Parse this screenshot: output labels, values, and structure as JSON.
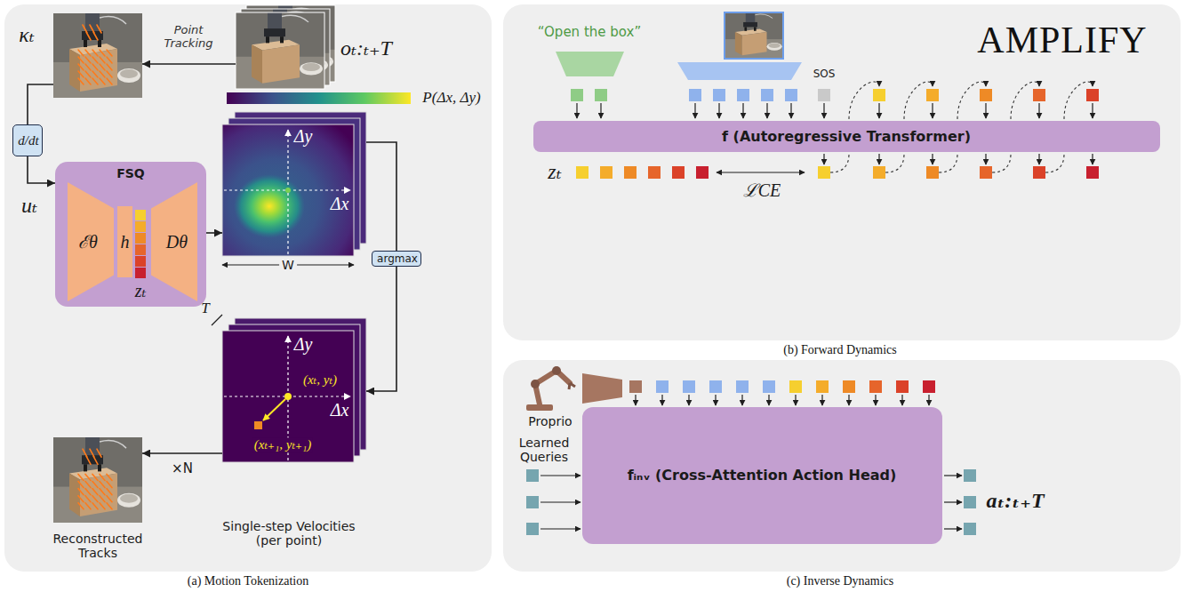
{
  "diagram": {
    "nodes": [
      {
        "text": [
          "(a) Motion Tokenization"
        ]
      },
      {
        "text": [
          "κₜ"
        ],
        "in": 0
      },
      {
        "text": [
          "oₜ:ₜ₊T"
        ],
        "in": 0
      },
      {
        "text": [
          "d/dt"
        ],
        "in": 0
      },
      {
        "text": [
          "FSQ"
        ],
        "in": 0
      },
      {
        "text": [
          "ℰθ"
        ],
        "in": 4
      },
      {
        "text": [
          "h"
        ],
        "in": 4
      },
      {
        "text": [
          "Dθ"
        ],
        "in": 4
      },
      {
        "text": [
          "Δy",
          "Δx"
        ],
        "in": 0
      },
      {
        "text": [
          "argmax"
        ],
        "in": 0
      },
      {
        "text": [
          "Δy",
          "Δx",
          "(xₜ, yₜ)",
          "(xₜ₊₁, yₜ₊₁)",
          "Single-step Velocities (per point)"
        ],
        "in": 0
      },
      {
        "text": [
          "Reconstructed Tracks"
        ],
        "in": 0
      },
      {
        "text": [
          "(b) Forward Dynamics"
        ]
      },
      {
        "text": [
          "f (Autoregressive Transformer)"
        ],
        "in": 12
      },
      {
        "text": [
          "(c) Inverse Dynamics"
        ]
      },
      {
        "text": [
          "fᵢₙᵥ (Cross-Attention Action Head)"
        ],
        "in": 14
      }
    ],
    "edges": [
      {
        "from": 2,
        "to": 1,
        "arrow": "to",
        "label": "Point Tracking"
      },
      {
        "from": 1,
        "to": 3,
        "arrow": "none"
      },
      {
        "from": 3,
        "to": 4,
        "arrow": "to"
      },
      {
        "from": 4,
        "to": 8,
        "arrow": "to"
      },
      {
        "from": 8,
        "to": 9,
        "arrow": "none"
      },
      {
        "from": 9,
        "to": 10,
        "arrow": "to"
      },
      {
        "from": 10,
        "to": 11,
        "arrow": "to",
        "label": "×N"
      }
    ],
    "labels": [
      "uₜ",
      "zₜ",
      "P(Δx, Δy)",
      "W",
      "T",
      "AMPLIFY",
      "“Open the box”",
      "SOS",
      "zₜ",
      "ℒCE",
      "Proprio",
      "Learned Queries",
      "aₜ:ₜ₊T"
    ]
  }
}
